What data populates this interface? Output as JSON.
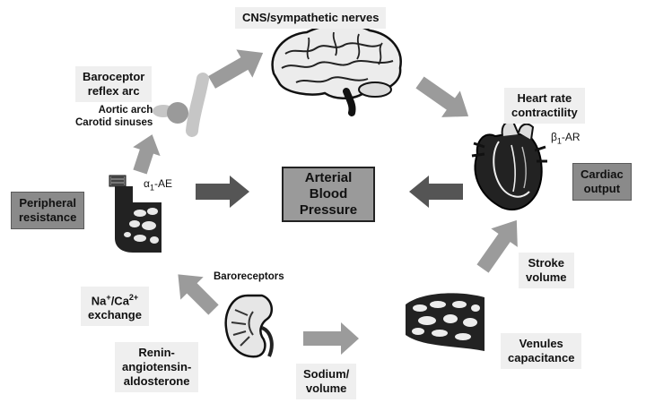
{
  "center": {
    "line1": "Arterial",
    "line2": "Blood",
    "line3": "Pressure"
  },
  "labels": {
    "cns": "CNS/sympathetic nerves",
    "baroreflex": {
      "line1": "Baroceptor",
      "line2": "reflex arc"
    },
    "aortic": {
      "line1": "Aortic arch",
      "line2": "Carotid sinuses"
    },
    "heart_rate": {
      "line1": "Heart rate",
      "line2": "contractility"
    },
    "beta": {
      "symbol": "β",
      "sub": "1",
      "suffix": "-AR"
    },
    "cardiac_output": {
      "line1": "Cardiac",
      "line2": "output"
    },
    "alpha": {
      "symbol": "α",
      "sub": "1",
      "suffix": "-AE"
    },
    "peripheral": {
      "line1": "Peripheral",
      "line2": "resistance"
    },
    "baroreceptors": "Baroreceptors",
    "na_ca": {
      "na": "Na",
      "na_sup": "+",
      "sep": "/Ca",
      "ca_sup": "2+",
      "line2": "exchange"
    },
    "renin": {
      "line1": "Renin-",
      "line2": "angiotensin-",
      "line3": "aldosterone"
    },
    "sodium": {
      "line1": "Sodium/",
      "line2": "volume"
    },
    "stroke": {
      "line1": "Stroke",
      "line2": "volume"
    },
    "venules": {
      "line1": "Venules",
      "line2": "capacitance"
    }
  },
  "icons": [
    "brain-icon",
    "heart-icon",
    "kidney-icon",
    "artery-icon",
    "venule-icon",
    "baroreceptor-icon"
  ],
  "colors": {
    "arrow": "#9b9b9b",
    "arrow_dark": "#555555",
    "center_fill": "#9a9a9a",
    "gray_box": "#8a8a8a",
    "light_box": "#efefef"
  }
}
